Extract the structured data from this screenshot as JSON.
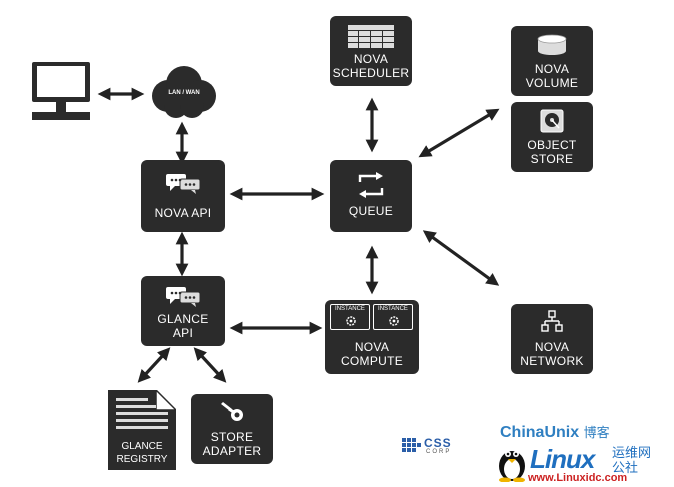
{
  "nodes": {
    "lan_wan": "LAN / WAN",
    "nova_api": "NOVA  API",
    "glance_api": "GLANCE\nAPI",
    "queue": "QUEUE",
    "nova_scheduler": "NOVA\nSCHEDULER",
    "nova_volume": "NOVA\nVOLUME",
    "object_store": "OBJECT\nSTORE",
    "nova_compute": "NOVA\nCOMPUTE",
    "instance_1": "INSTANCE",
    "instance_2": "INSTANCE",
    "nova_network": "NOVA\nNETWORK",
    "glance_registry": "GLANCE\nREGISTRY",
    "store_adapter": "STORE\nADAPTER"
  },
  "watermarks": {
    "css_corp": "CSS",
    "css_corp_sub": "CORP",
    "chinaunix": "ChinaUnix",
    "chinaunix_suffix": "博客",
    "linux_logo": "Linux",
    "linux_cn": "运维网",
    "linux_cn2": "公社",
    "linuxidc_url": "www.Linuxidc.com"
  },
  "colors": {
    "box": "#2b2b2b",
    "arrow": "#222222",
    "chinaunix_blue": "#2f7fc1",
    "linux_blue": "#1f6fbf",
    "url_red": "#cc2222"
  }
}
